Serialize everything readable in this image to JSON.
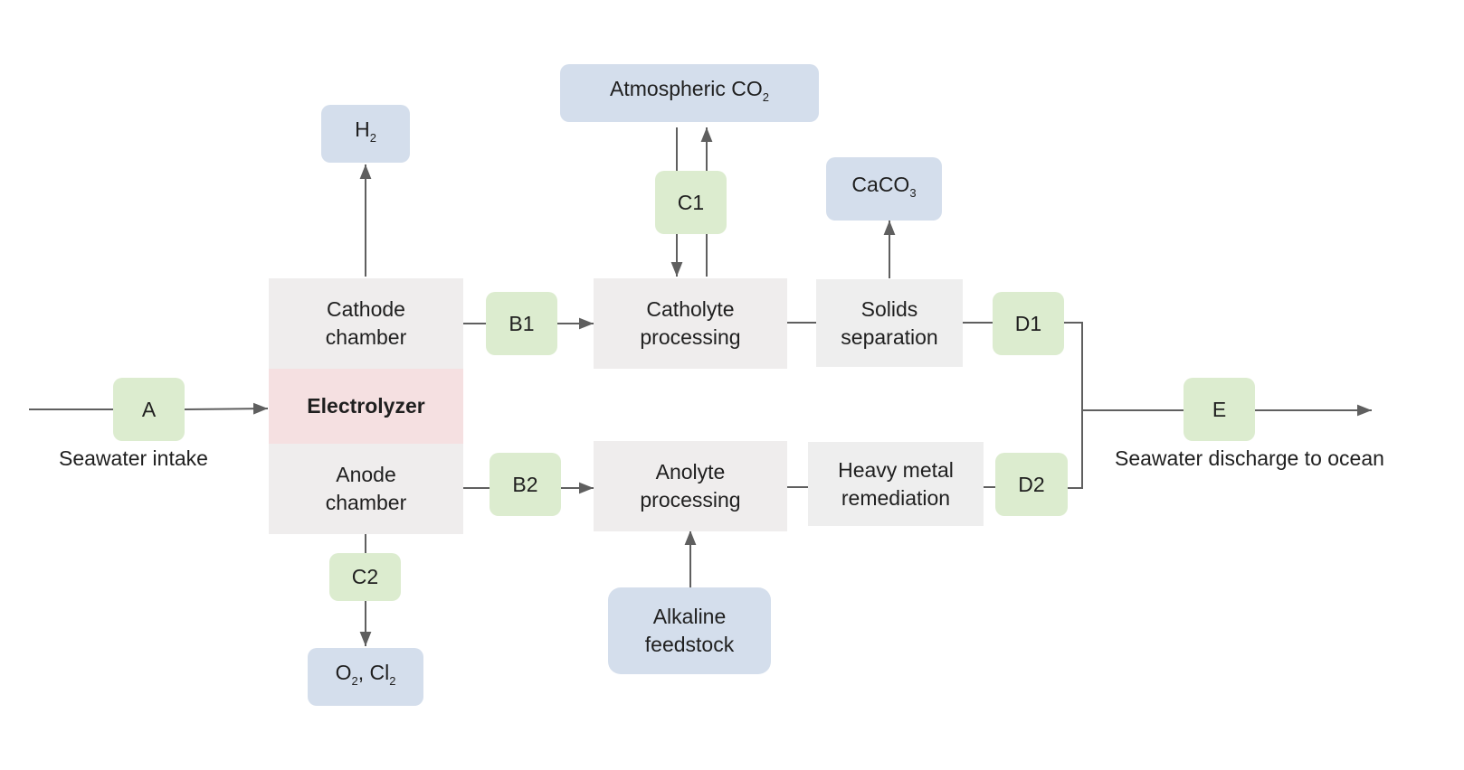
{
  "diagram": {
    "type": "process-flow",
    "nodes": {
      "cathode": {
        "line1": "Cathode",
        "line2": "chamber"
      },
      "electrolyzer": {
        "label": "Electrolyzer"
      },
      "anode": {
        "line1": "Anode",
        "line2": "chamber"
      },
      "catholyte": {
        "line1": "Catholyte",
        "line2": "processing"
      },
      "anolyte": {
        "line1": "Anolyte",
        "line2": "processing"
      },
      "solids": {
        "line1": "Solids",
        "line2": "separation"
      },
      "heavy_metal": {
        "line1": "Heavy metal",
        "line2": "remediation"
      },
      "h2": {
        "base": "H",
        "sub": "2"
      },
      "atm_co2": {
        "base": "Atmospheric CO",
        "sub": "2"
      },
      "caco3": {
        "base": "CaCO",
        "sub": "3"
      },
      "o2cl2": {
        "base1": "O",
        "sub1": "2",
        "mid": ", Cl",
        "sub2": "2"
      },
      "alkaline": {
        "line1": "Alkaline",
        "line2": "feedstock"
      },
      "A": "A",
      "B1": "B1",
      "B2": "B2",
      "C1": "C1",
      "C2": "C2",
      "D1": "D1",
      "D2": "D2",
      "E": "E"
    },
    "labels": {
      "intake": "Seawater intake",
      "discharge": "Seawater discharge to ocean"
    },
    "colors": {
      "process": "#efeded",
      "electrolyzer": "#f5e0e1",
      "control_point": "#dceccf",
      "external": "#d4deec",
      "wire": "#5f5f5f"
    }
  }
}
